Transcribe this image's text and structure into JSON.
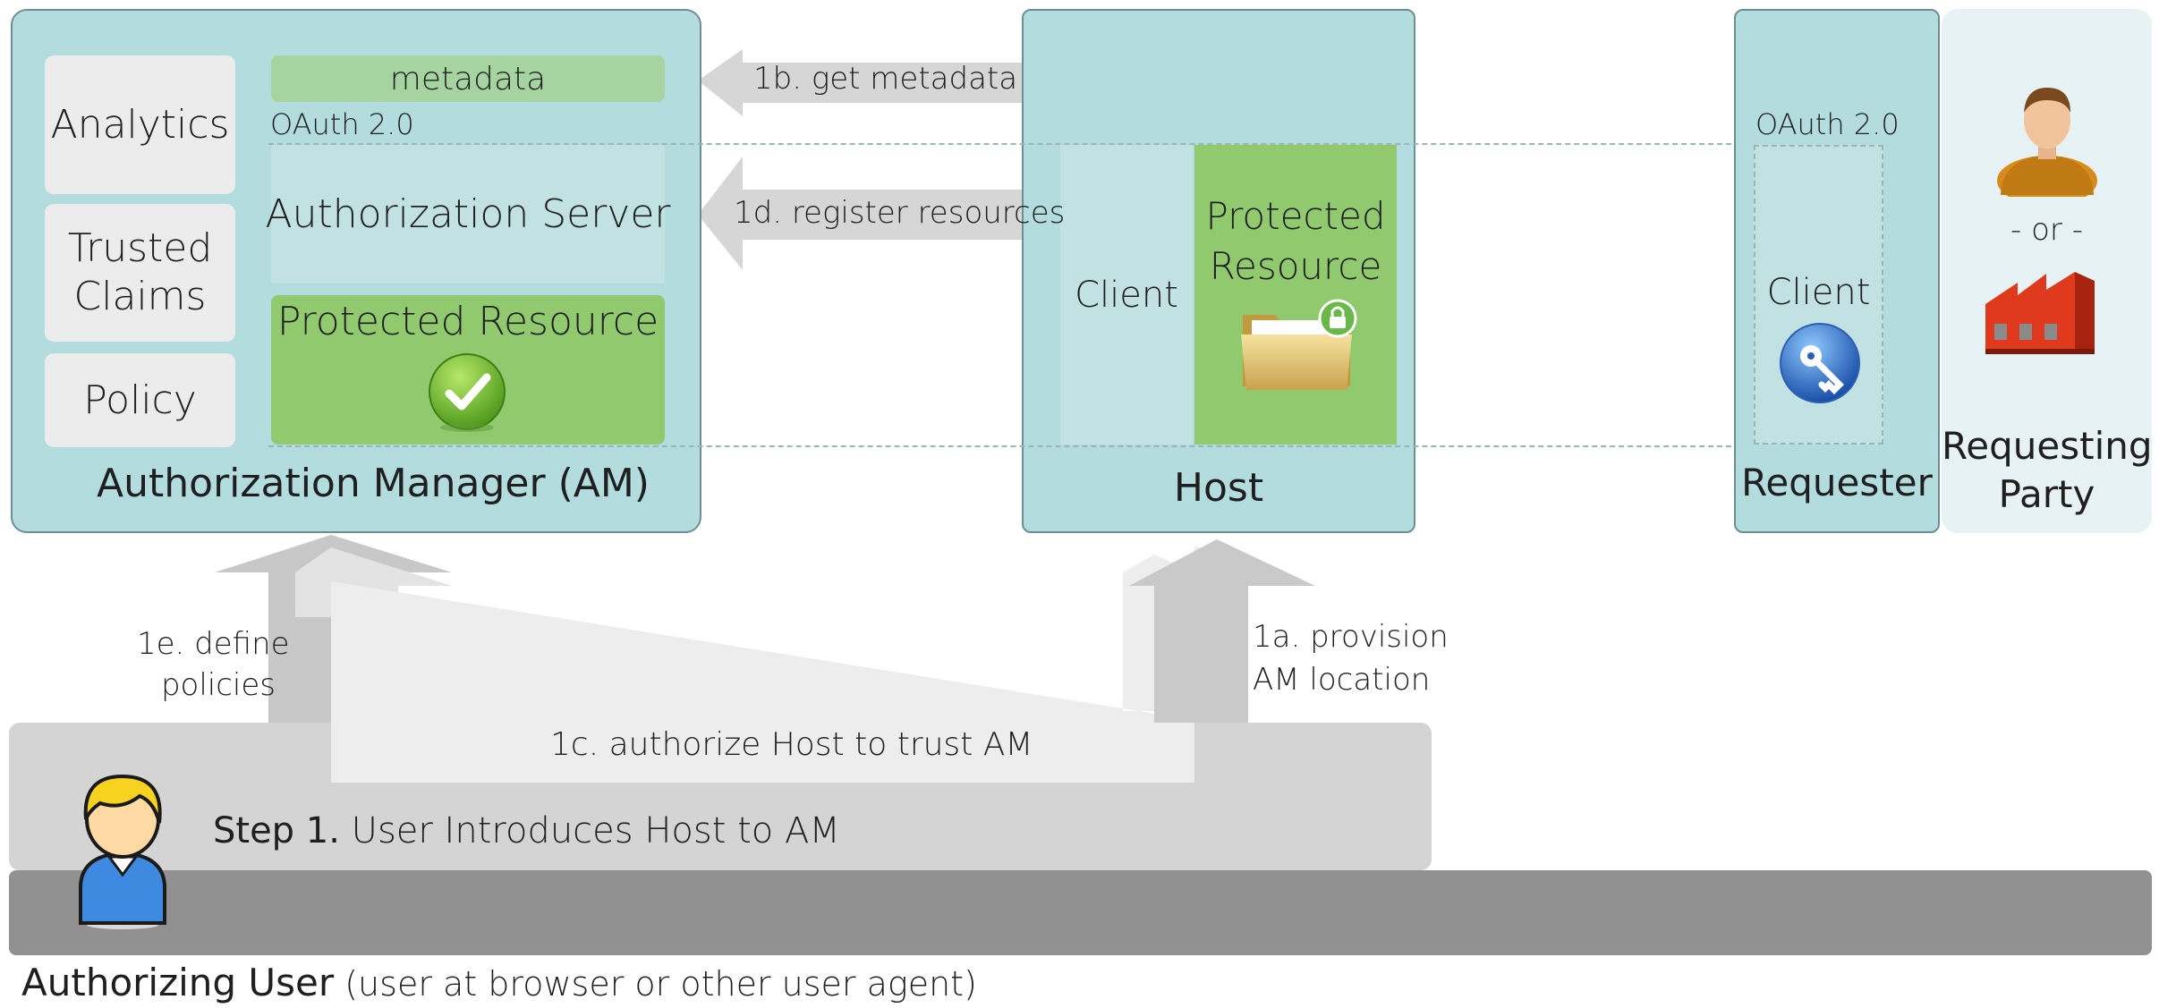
{
  "am": {
    "title": "Authorization Manager (AM)",
    "analytics": "Analytics",
    "trusted_claims": "Trusted Claims",
    "policy": "Policy",
    "metadata": "metadata",
    "oauth": "OAuth 2.0",
    "auth_server": "Authorization Server",
    "protected_resource": "Protected Resource"
  },
  "host": {
    "title": "Host",
    "client": "Client",
    "protected_resource": "Protected Resource"
  },
  "requester": {
    "title": "Requester",
    "oauth": "OAuth 2.0",
    "client": "Client"
  },
  "requesting_party": {
    "title": "Requesting Party",
    "or": "- or -"
  },
  "arrows": {
    "get_metadata": "1b.  get metadata",
    "register_resources": "1d.  register resources",
    "define_policies_1": "1e. define",
    "define_policies_2": "policies",
    "provision_1": "1a. provision",
    "provision_2": "AM location",
    "authorize": "1c. authorize Host to trust AM"
  },
  "step": {
    "bold": "Step 1.",
    "text": " User Introduces Host to AM"
  },
  "user": {
    "bold": "Authorizing User",
    "text": " (user at browser or other user agent)"
  },
  "colors": {
    "panel": "#b3dcdf",
    "green": "#90c96e",
    "metadata_green": "#a6d4a0",
    "band_gray": "#919191",
    "arrow_gray": "#d6d6d6"
  }
}
